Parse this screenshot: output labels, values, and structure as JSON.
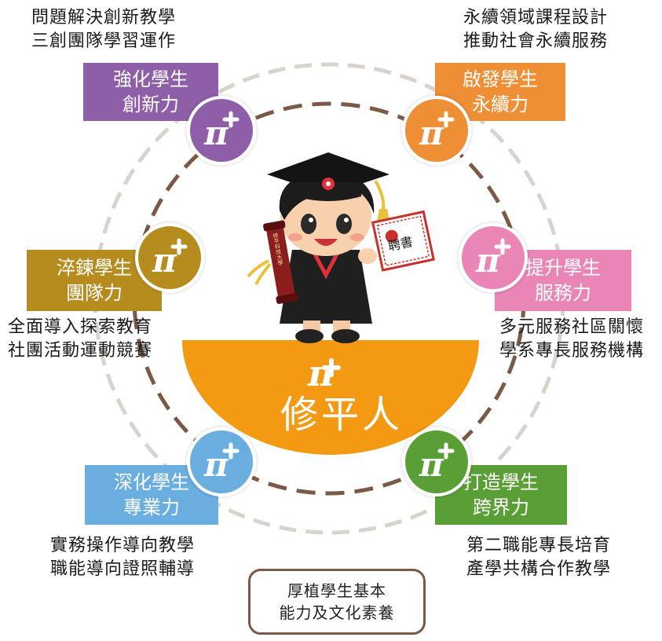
{
  "center": {
    "name": "修平人",
    "scroll_text": "修平科技大學",
    "certificate_text": "聘書",
    "color": "#f39a12"
  },
  "bottom_box": {
    "lines": [
      "厚植學生基本",
      "能力及文化素養"
    ],
    "border_color": "#7a5a46"
  },
  "nodes": [
    {
      "key": "creativity",
      "title_lines": [
        "強化學生",
        "創新力"
      ],
      "desc_lines": [
        "問題解決創新教學",
        "三創團隊學習運作"
      ],
      "color": "#8e5fa8",
      "icon": "pi-plus-icon"
    },
    {
      "key": "sustainability",
      "title_lines": [
        "啟發學生",
        "永續力"
      ],
      "desc_lines": [
        "永續領域課程設計",
        "推動社會永續服務"
      ],
      "color": "#ef8f35",
      "icon": "pi-plus-icon"
    },
    {
      "key": "teamwork",
      "title_lines": [
        "淬鍊學生",
        "團隊力"
      ],
      "desc_lines": [
        "全面導入探索教育",
        "社團活動運動競賽"
      ],
      "color": "#b78c1f",
      "icon": "pi-plus-icon"
    },
    {
      "key": "service",
      "title_lines": [
        "提升學生",
        "服務力"
      ],
      "desc_lines": [
        "多元服務社區關懷",
        "學系專長服務機構"
      ],
      "color": "#e986b6",
      "icon": "pi-plus-icon"
    },
    {
      "key": "professional",
      "title_lines": [
        "深化學生",
        "專業力"
      ],
      "desc_lines": [
        "實務操作導向教學",
        "職能導向證照輔導"
      ],
      "color": "#6aaee0",
      "icon": "pi-plus-icon"
    },
    {
      "key": "crossdomain",
      "title_lines": [
        "打造學生",
        "跨界力"
      ],
      "desc_lines": [
        "第二職能專長培育",
        "產學共構合作教學"
      ],
      "color": "#5a9f35",
      "icon": "pi-plus-icon"
    }
  ]
}
